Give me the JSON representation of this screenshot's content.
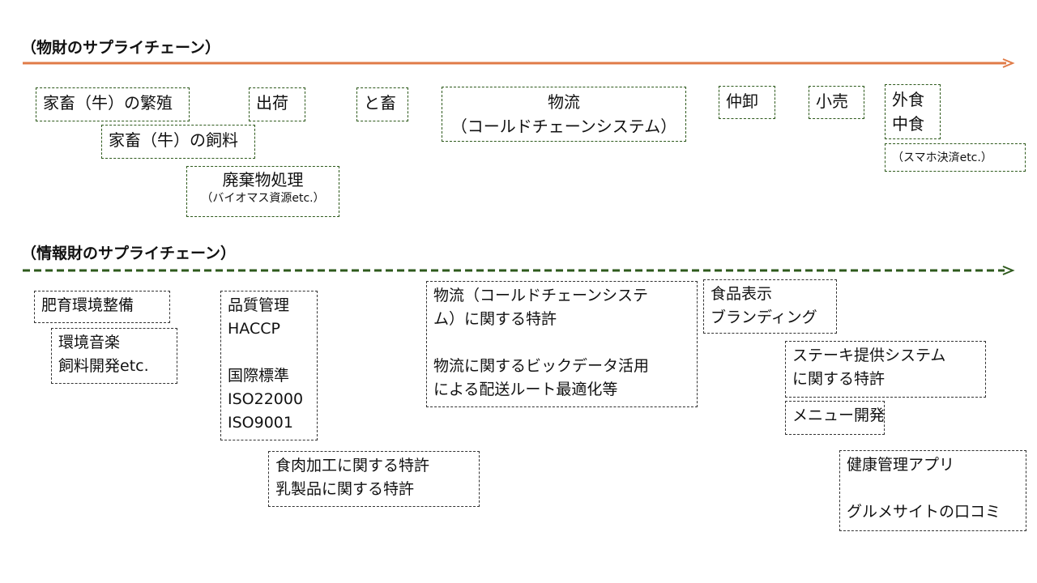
{
  "physical": {
    "title": "（物財のサプライチェーン）",
    "arrow_color": "#E07B47",
    "boxes": {
      "breeding": "家畜（牛）の繁殖",
      "feed": "家畜（牛）の飼料",
      "waste": "廃棄物処理",
      "waste_note": "（バイオマス資源etc.）",
      "shipping": "出荷",
      "slaughter": "と畜",
      "logistics": "物流",
      "logistics_note": "（コールドチェーンシステム）",
      "wholesale": "仲卸",
      "retail": "小売",
      "dining_out": "外食",
      "ready_meals": "中食",
      "payment": "（スマホ決済etc.）"
    }
  },
  "information": {
    "title": "（情報財のサプライチェーン）",
    "arrow_color": "#2E5A1C",
    "boxes": {
      "fattening": "肥育環境整備",
      "music_line1": "環境音楽",
      "music_line2": "飼料開発etc.",
      "quality": [
        "品質管理",
        "HACCP",
        "",
        "国際標準",
        "ISO22000",
        "ISO9001"
      ],
      "processing": [
        "食肉加工に関する特許",
        "乳製品に関する特許"
      ],
      "logistics_patent": [
        "物流（コールドチェーンシステ",
        "ム）に関する特許",
        "",
        "物流に関するビックデータ活用",
        "による配送ルート最適化等"
      ],
      "labeling": [
        "食品表示",
        "ブランディング"
      ],
      "steak": [
        "ステーキ提供システム",
        "に関する特許"
      ],
      "menu": "メニュー開発",
      "health": [
        "健康管理アプリ",
        "",
        "グルメサイトの口コミ"
      ]
    }
  }
}
